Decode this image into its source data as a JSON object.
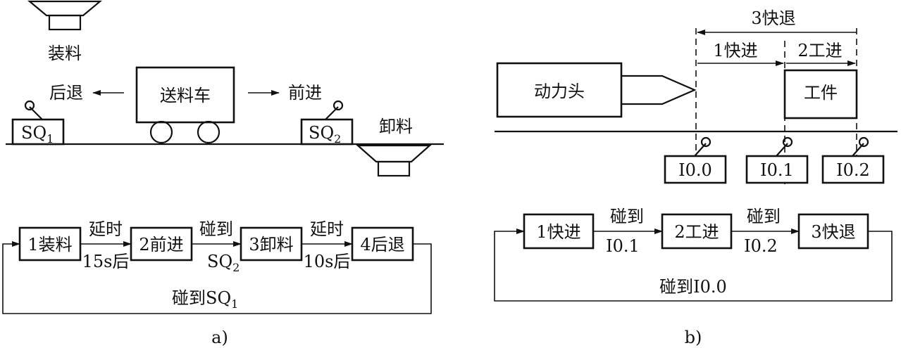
{
  "panel_a": {
    "load_label": "装料",
    "retreat_label": "后退",
    "cart_label": "送料车",
    "advance_label": "前进",
    "unload_label": "卸料",
    "sq1": {
      "base": "SQ",
      "sub": "1"
    },
    "sq2": {
      "base": "SQ",
      "sub": "2"
    },
    "states": [
      "1装料",
      "2前进",
      "3卸料",
      "4后退"
    ],
    "cond1_top": "延时",
    "cond1_bottom": "15s后",
    "cond2_top": "碰到",
    "cond2_bottom": {
      "base": "SQ",
      "sub": "2"
    },
    "cond3_top": "延时",
    "cond3_bottom": "10s后",
    "loop_label": {
      "base": "碰到SQ",
      "sub": "1"
    },
    "caption": "a)"
  },
  "panel_b": {
    "fast_return": "3快退",
    "fast_forward": "1快进",
    "work_feed": "2工进",
    "power_head": "动力头",
    "workpiece": "工件",
    "switches": [
      "I0.0",
      "I0.1",
      "I0.2"
    ],
    "states": [
      "1快进",
      "2工进",
      "3快退"
    ],
    "cond1_top": "碰到",
    "cond1_bottom": "I0.1",
    "cond2_top": "碰到",
    "cond2_bottom": "I0.2",
    "loop_label": "碰到I0.0",
    "caption": "b)"
  }
}
